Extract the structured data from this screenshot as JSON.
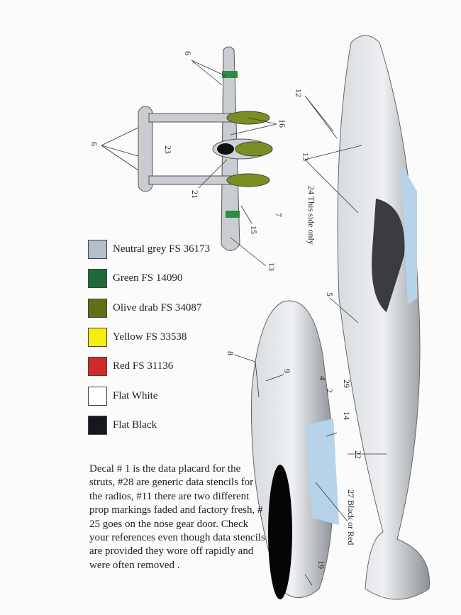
{
  "legend": [
    {
      "label": "Neutral grey FS 36173",
      "color": "#b3bfcb"
    },
    {
      "label": "Green FS 14090",
      "color": "#1f6a3a"
    },
    {
      "label": "Olive drab FS 34087",
      "color": "#5f7116"
    },
    {
      "label": "Yellow FS 33538",
      "color": "#f5ee10"
    },
    {
      "label": "Red FS 31136",
      "color": "#d22a2a"
    },
    {
      "label": "Flat White",
      "color": "#ffffff"
    },
    {
      "label": "Flat Black",
      "color": "#14171c"
    }
  ],
  "note": "Decal # 1 is the data placard for the struts, #28 are generic data stencils for the radios, #11 there are two different prop markings faded and factory fresh, # 25 goes on the nose gear door. Check your references even though data stencils are provided they wore off rapidly and were often removed .",
  "callouts": {
    "top_view": [
      "6",
      "6",
      "23",
      "16",
      "21",
      "15",
      "7",
      "13"
    ],
    "side_view": [
      "12",
      "13",
      "24 This side only",
      "5",
      "29",
      "14",
      "22",
      "27 Black or Red"
    ],
    "nose_view": [
      "8",
      "9",
      "4",
      "2",
      "19"
    ]
  }
}
